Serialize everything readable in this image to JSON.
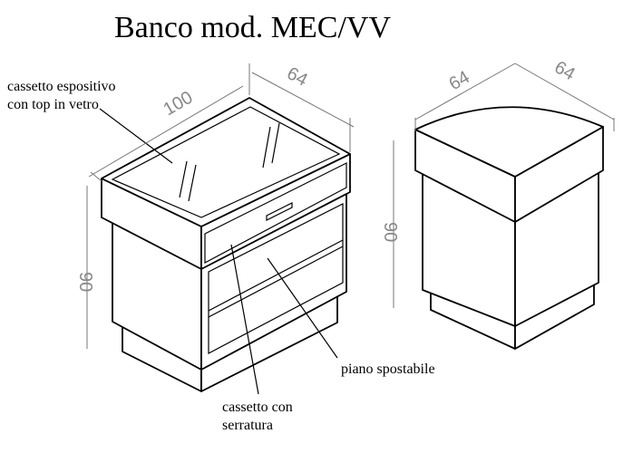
{
  "title": "Banco mod. MEC/VV",
  "labels": {
    "drawer_display": [
      "cassetto espositivo",
      "con top in vetro"
    ],
    "shelf": "piano spostabile",
    "drawer_lock": [
      "cassetto con",
      "serratura"
    ]
  },
  "dimensions": {
    "left_width": "100",
    "left_depth": "64",
    "left_height": "90",
    "right_side_a": "64",
    "right_side_b": "64",
    "right_height": "90"
  }
}
